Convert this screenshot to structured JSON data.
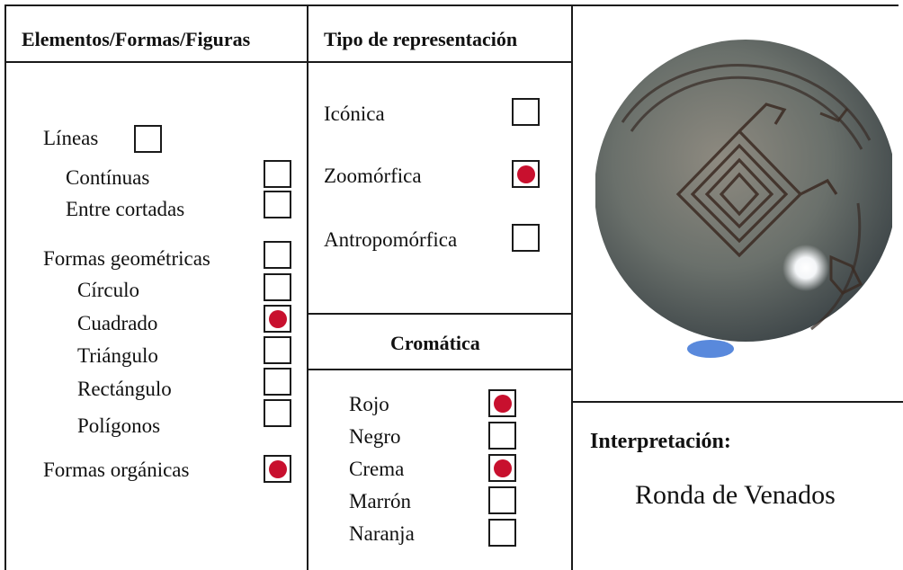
{
  "elements": {
    "header": "Elementos/Formas/Figuras",
    "items": [
      {
        "label": "Líneas",
        "checked": false
      },
      {
        "label": "Contínuas",
        "checked": false
      },
      {
        "label": "Entre cortadas",
        "checked": false
      },
      {
        "label": "Formas geométricas",
        "checked": false
      },
      {
        "label": "Círculo",
        "checked": false
      },
      {
        "label": "Cuadrado",
        "checked": true
      },
      {
        "label": "Triángulo",
        "checked": false
      },
      {
        "label": "Rectángulo",
        "checked": false
      },
      {
        "label": "Polígonos",
        "checked": false
      },
      {
        "label": "Formas orgánicas",
        "checked": true
      }
    ]
  },
  "representation": {
    "header": "Tipo de representación",
    "items": [
      {
        "label": "Icónica",
        "checked": false
      },
      {
        "label": "Zoomórfica",
        "checked": true
      },
      {
        "label": "Antropomórfica",
        "checked": false
      }
    ]
  },
  "chromatic": {
    "header": "Cromática",
    "items": [
      {
        "label": "Rojo",
        "checked": true
      },
      {
        "label": "Negro",
        "checked": false
      },
      {
        "label": "Crema",
        "checked": true
      },
      {
        "label": "Marrón",
        "checked": false
      },
      {
        "label": "Naranja",
        "checked": false
      }
    ]
  },
  "interpretation": {
    "title": "Interpretación:",
    "value": "Ronda de Venados"
  },
  "colors": {
    "mark": "#c8102e",
    "vessel": "#5f6b64"
  },
  "photo": {
    "subject": "vessel-photo"
  }
}
